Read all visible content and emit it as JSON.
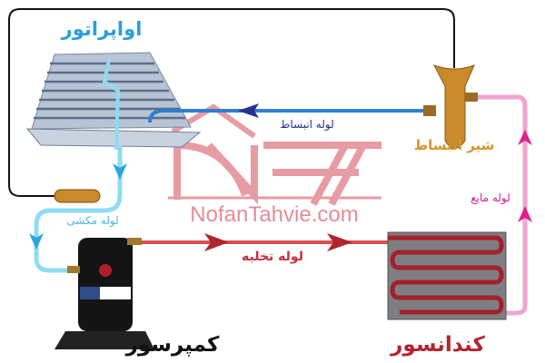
{
  "labels": {
    "evaporator": "اواپراتور",
    "expansion_pipe": "لوله انبساط",
    "expansion_valve": "شیر انبساط",
    "liquid_pipe": "لوله مایع",
    "suction_pipe": "لوله مکشی",
    "discharge_pipe": "لوله تخلیه",
    "compressor": "کمپرسور",
    "condenser": "کندانسور"
  },
  "watermark": {
    "logo_text": "NFT",
    "site": "NofanTahvie.com"
  },
  "colors": {
    "evaporator_label": "#2a9fd6",
    "expansion_pipe": "#2f7fd0",
    "expansion_arrow": "#2b2f8c",
    "suction_pipe": "#8fdcf2",
    "liquid_pipe": "#f2a3cf",
    "discharge_pipe": "#d95050",
    "valve": "#c88a2a",
    "condenser_label": "#b0262e",
    "watermark": "#e07a85"
  }
}
